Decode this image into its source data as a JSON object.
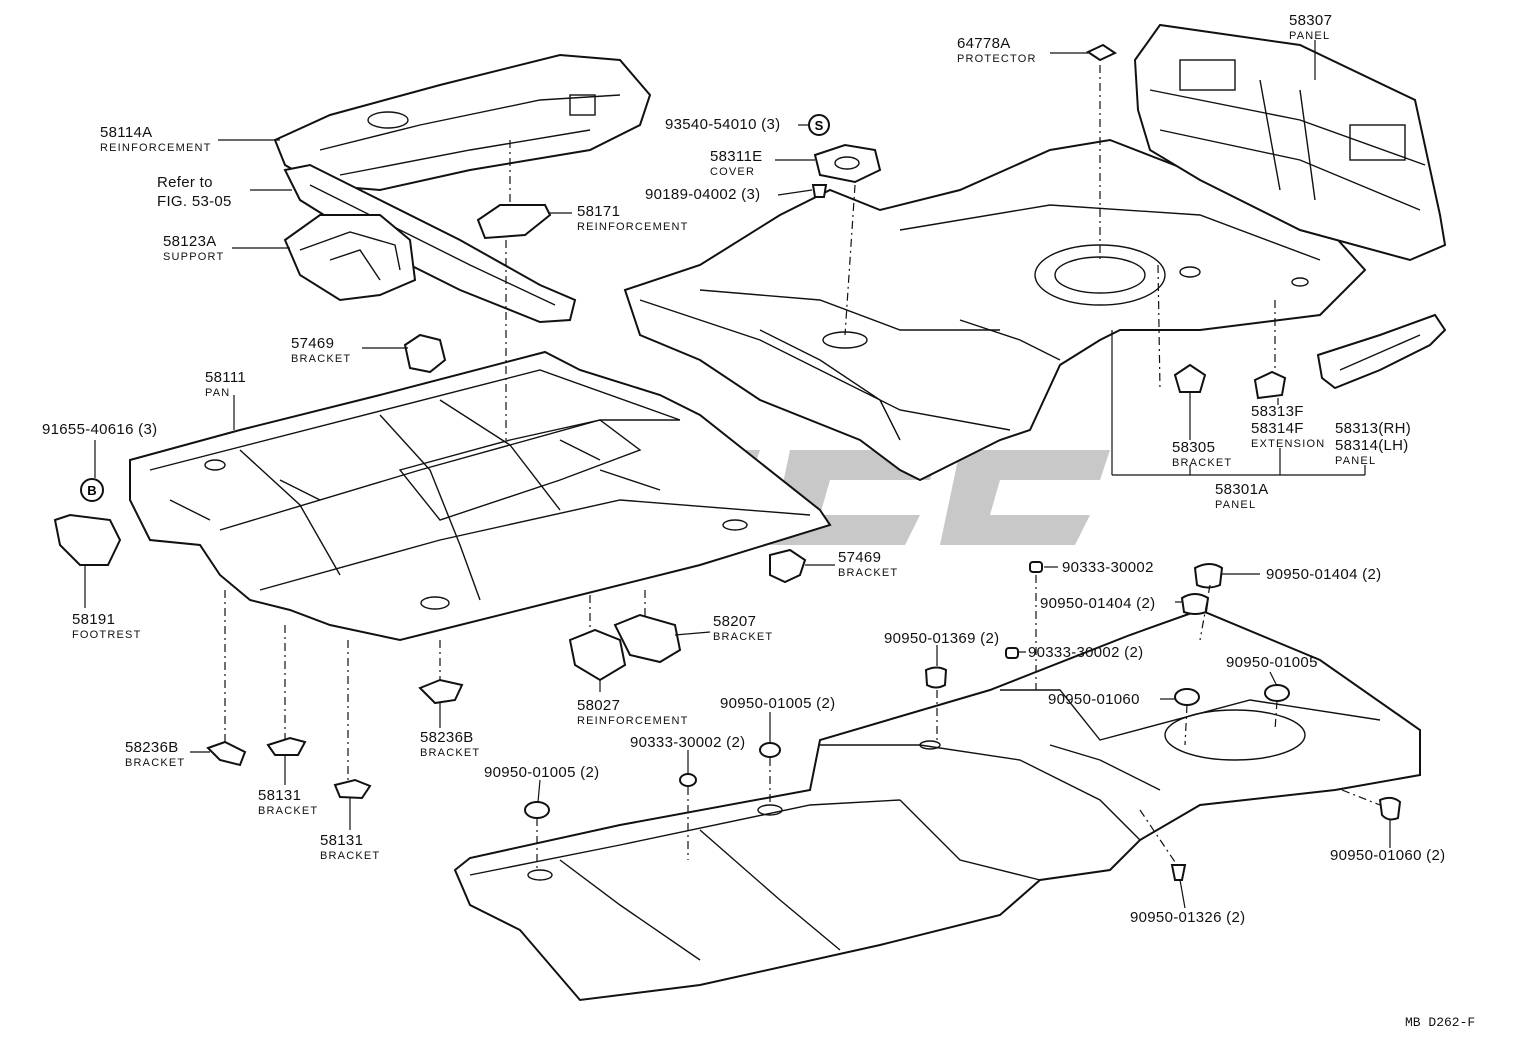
{
  "diagram": {
    "labels": [
      {
        "id": "l58114A",
        "part": "58114A",
        "name": "REINFORCEMENT"
      },
      {
        "id": "lrefer",
        "part": "Refer to",
        "name": "FIG. 53-05"
      },
      {
        "id": "l58123A",
        "part": "58123A",
        "name": "SUPPORT"
      },
      {
        "id": "l58171",
        "part": "58171",
        "name": "REINFORCEMENT"
      },
      {
        "id": "l57469a",
        "part": "57469",
        "name": "BRACKET"
      },
      {
        "id": "l58111",
        "part": "58111",
        "name": "PAN"
      },
      {
        "id": "l91655",
        "part": "91655-40616 (3)",
        "name": ""
      },
      {
        "id": "l58191",
        "part": "58191",
        "name": "FOOTREST"
      },
      {
        "id": "l93540",
        "part": "93540-54010 (3)",
        "name": ""
      },
      {
        "id": "l58311E",
        "part": "58311E",
        "name": "COVER"
      },
      {
        "id": "l90189",
        "part": "90189-04002 (3)",
        "name": ""
      },
      {
        "id": "l64778A",
        "part": "64778A",
        "name": "PROTECTOR"
      },
      {
        "id": "l58307",
        "part": "58307",
        "name": "PANEL"
      },
      {
        "id": "l58305",
        "part": "58305",
        "name": "BRACKET"
      },
      {
        "id": "l58313F",
        "part": "58313F",
        "name": ""
      },
      {
        "id": "l58314F",
        "part": "58314F",
        "name": "EXTENSION"
      },
      {
        "id": "l58313",
        "part": "58313(RH)",
        "name": ""
      },
      {
        "id": "l58314",
        "part": "58314(LH)",
        "name": "PANEL"
      },
      {
        "id": "l58301A",
        "part": "58301A",
        "name": "PANEL"
      },
      {
        "id": "l57469b",
        "part": "57469",
        "name": "BRACKET"
      },
      {
        "id": "l58207",
        "part": "58207",
        "name": "BRACKET"
      },
      {
        "id": "l58027",
        "part": "58027",
        "name": "REINFORCEMENT"
      },
      {
        "id": "l58236Ba",
        "part": "58236B",
        "name": "BRACKET"
      },
      {
        "id": "l58236Bb",
        "part": "58236B",
        "name": "BRACKET"
      },
      {
        "id": "l58131a",
        "part": "58131",
        "name": "BRACKET"
      },
      {
        "id": "l58131b",
        "part": "58131",
        "name": "BRACKET"
      },
      {
        "id": "l90333a",
        "part": "90333-30002",
        "name": ""
      },
      {
        "id": "l90950_1404a",
        "part": "90950-01404 (2)",
        "name": ""
      },
      {
        "id": "l90950_1404b",
        "part": "90950-01404 (2)",
        "name": ""
      },
      {
        "id": "l90950_1369",
        "part": "90950-01369 (2)",
        "name": ""
      },
      {
        "id": "l90333b",
        "part": "90333-30002 (2)",
        "name": ""
      },
      {
        "id": "l90950_1005a",
        "part": "90950-01005",
        "name": ""
      },
      {
        "id": "l90950_1060a",
        "part": "90950-01060",
        "name": ""
      },
      {
        "id": "l90950_1005b",
        "part": "90950-01005 (2)",
        "name": ""
      },
      {
        "id": "l90333c",
        "part": "90333-30002 (2)",
        "name": ""
      },
      {
        "id": "l90950_1005c",
        "part": "90950-01005 (2)",
        "name": ""
      },
      {
        "id": "l90950_1060b",
        "part": "90950-01060 (2)",
        "name": ""
      },
      {
        "id": "l90950_1326",
        "part": "90950-01326 (2)",
        "name": ""
      }
    ],
    "markers": {
      "s": "S",
      "b": "B"
    },
    "code": "MB D262-F"
  }
}
